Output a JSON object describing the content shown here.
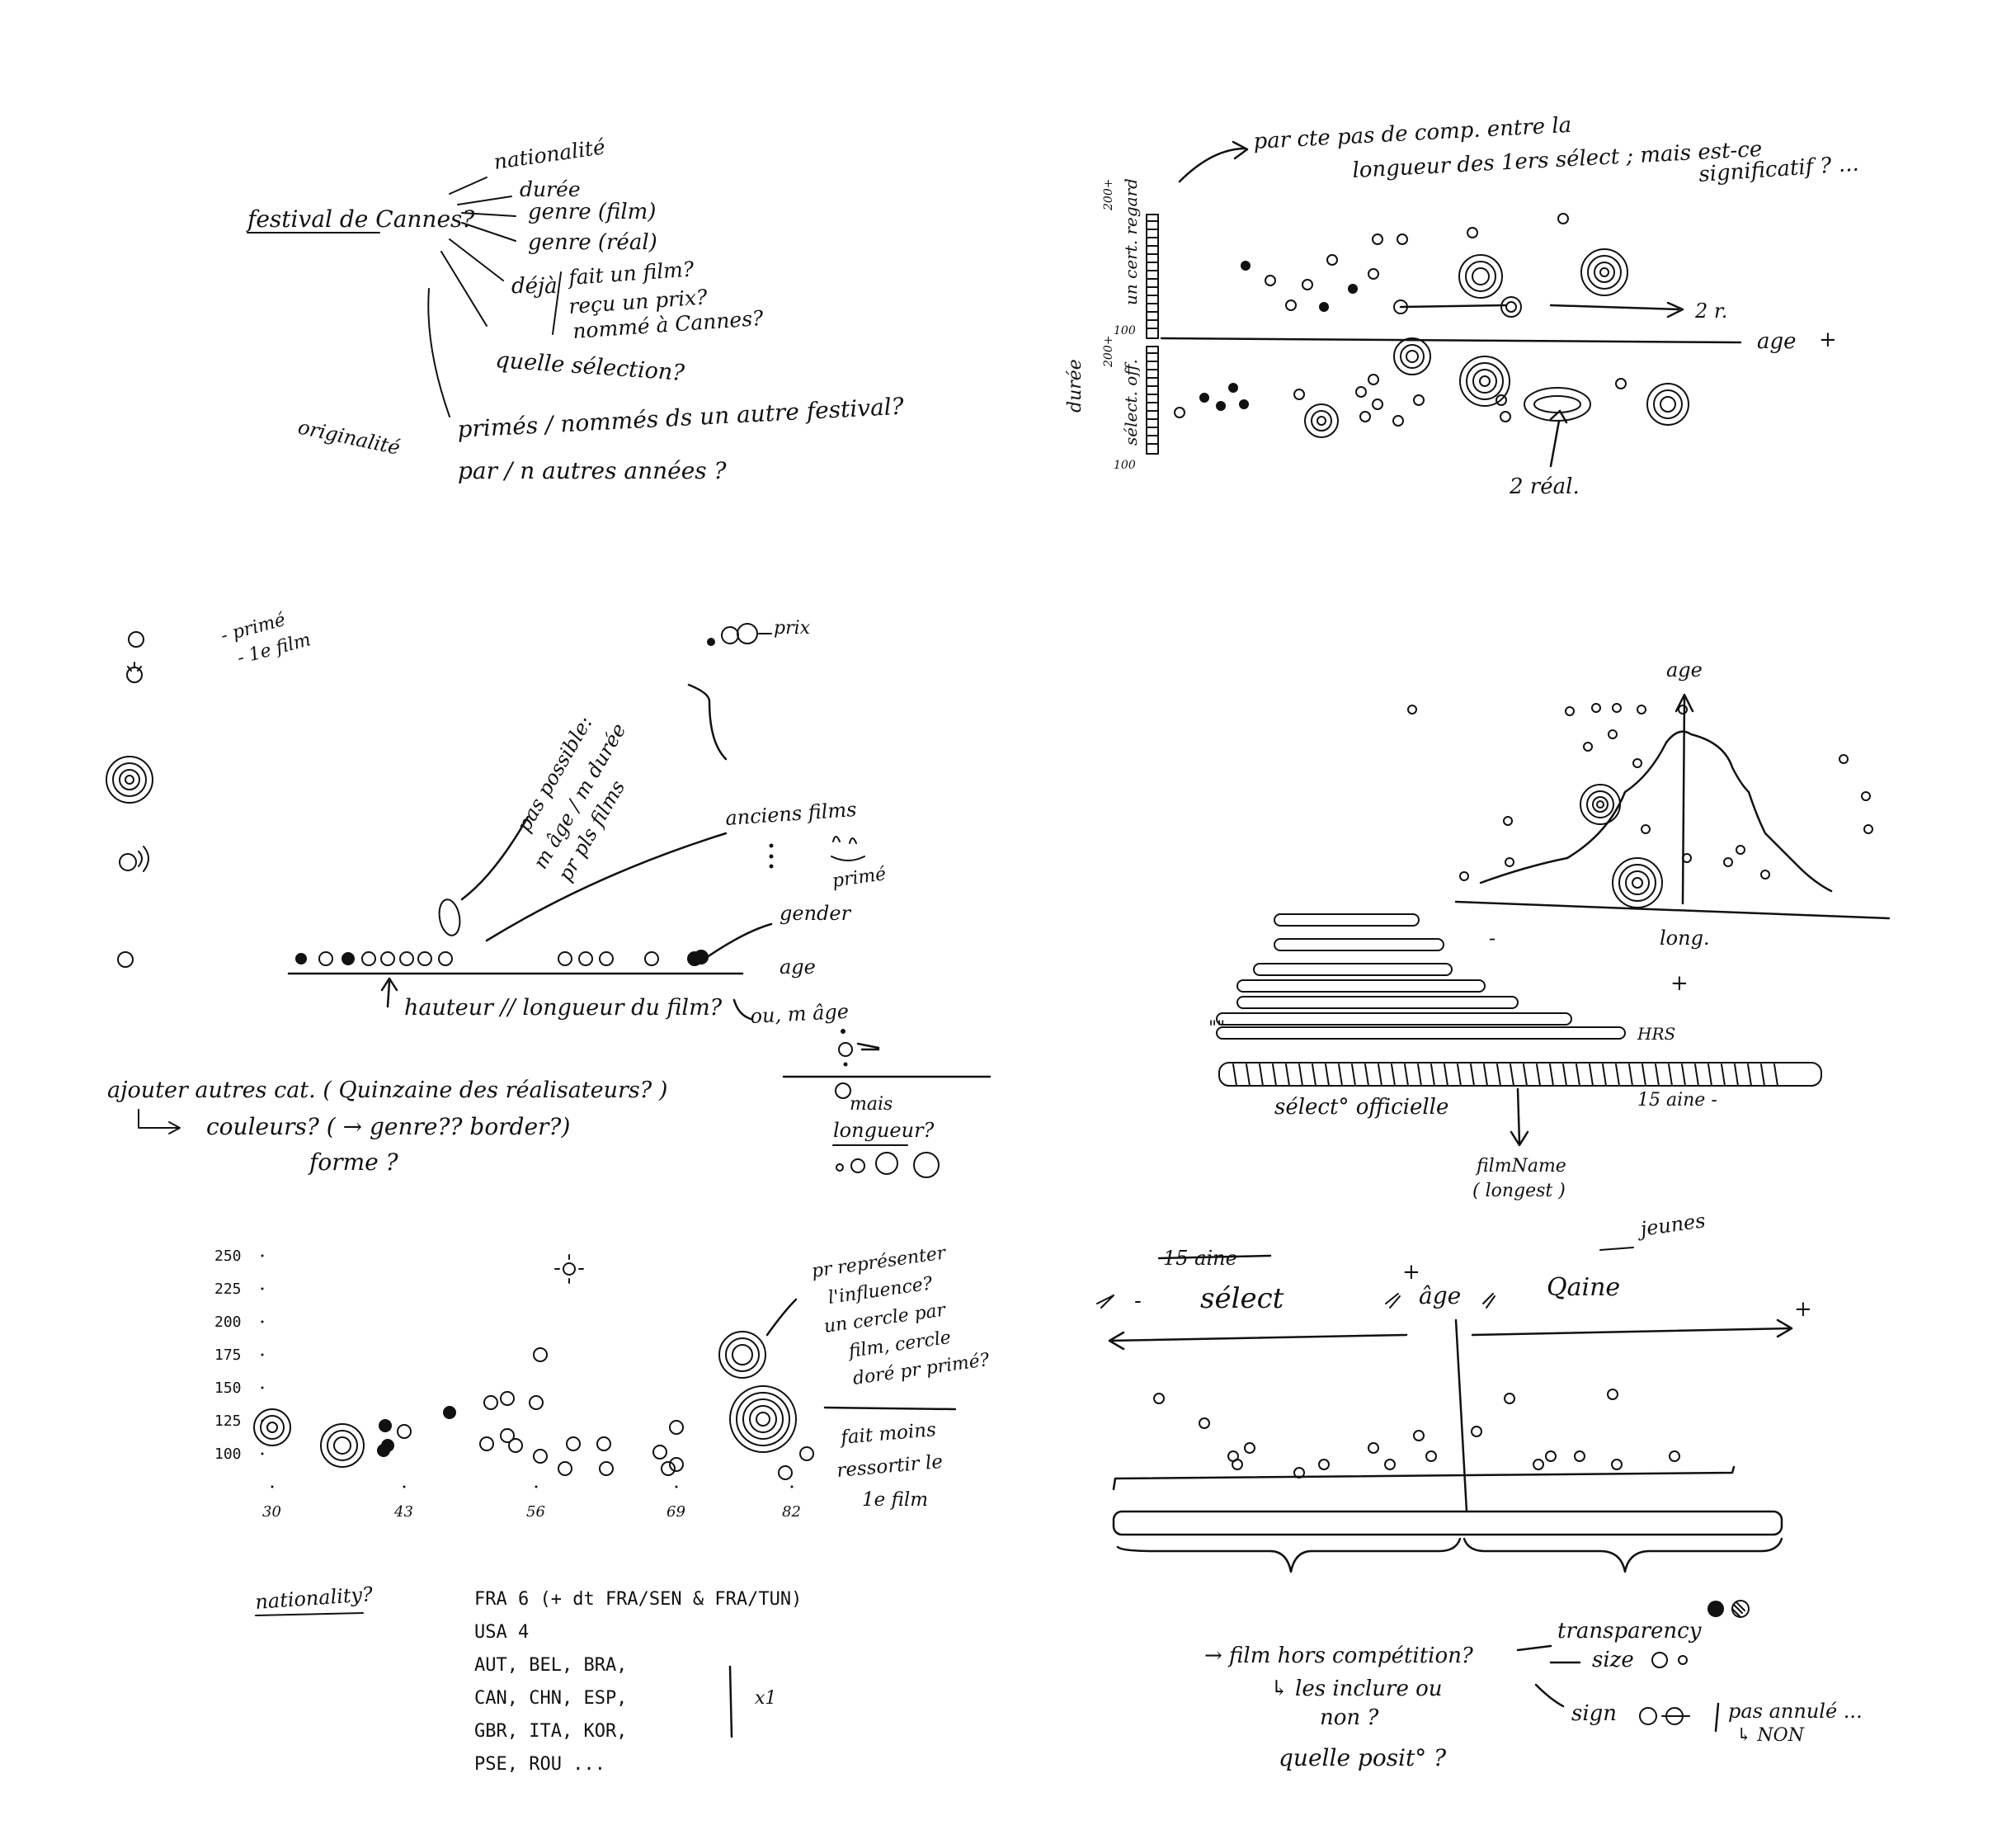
{
  "panel1": {
    "festival": "festival de Cannes?",
    "branches": [
      "nationalité",
      "durée",
      "genre (film)",
      "genre (réal)",
      "déjà",
      "fait un film?",
      "reçu un prix?",
      "nommé à Cannes?",
      "quelle sélection?"
    ],
    "originalite": "originalité",
    "q1": "primés / nommés ds un autre festival?",
    "q2": "par / n autres années ?"
  },
  "panel2": {
    "note": [
      "par cte pas de comp. entre la",
      "longueur des 1ers sélect ; mais est-ce",
      "significatif ? ..."
    ],
    "label_un_cert": "un cert. regard",
    "label_duree": "durée",
    "label_select": "sélect. off.",
    "ticks": [
      "200+",
      "100",
      "200+",
      "100"
    ],
    "right_label": "2 r.",
    "axis": "age",
    "plus": "+",
    "bottom": "2 réal."
  },
  "panel3": {
    "legend": [
      "- primé",
      "- 1e film"
    ],
    "prix": "prix",
    "note": [
      "pas possible:",
      "m âge / m durée",
      "pr pls films"
    ],
    "anciens": "anciens films",
    "prime": "primé",
    "gender": "gender",
    "age": "age",
    "hauteur": "hauteur // longueur du film?",
    "ou": "ou, m âge",
    "ajouter": "ajouter autres cat. ( Quinzaine des réalisateurs? )",
    "couleurs": "couleurs?  ( → genre?? border?)",
    "forme": "forme ?",
    "mais": [
      "mais",
      "longueur?"
    ]
  },
  "panel4": {
    "age": "age",
    "long": "long.",
    "plus": "+",
    "minus": "-",
    "hrs": "HRS",
    "quote": "\"\"",
    "select": "sélect° officielle",
    "quinz": "15 aine -",
    "film": [
      "filmName",
      "( longest )"
    ]
  },
  "panel5": {
    "yticks": [
      "250",
      "225",
      "200",
      "175",
      "150",
      "125",
      "100"
    ],
    "xticks": [
      "30",
      "43",
      "56",
      "69",
      "82"
    ],
    "note": [
      "pr représenter",
      "l'influence?",
      "un cercle par",
      "film, cercle",
      "doré pr primé?"
    ],
    "note2": [
      "fait moins",
      "ressortir le",
      "1e film"
    ],
    "nationality": "nationality?",
    "nat_rows": [
      "FRA   6      (+ dt FRA/SEN & FRA/TUN)",
      "USA   4",
      "AUT, BEL, BRA,",
      "CAN, CHN, ESP,",
      "GBR, ITA, KOR,",
      "PSE, ROU ..."
    ],
    "x1": "x1"
  },
  "panel6": {
    "jeunes": "jeunes",
    "struck": "15 aine",
    "select": "sélect",
    "age": "âge",
    "quinz": "Qaine",
    "plus1": "+",
    "plus2": "+",
    "minus": "-",
    "hors": "→ film hors compétition?",
    "inclure": [
      "↳ les inclure ou",
      "non ?"
    ],
    "quelle": "quelle posit° ?",
    "transp": "transparency",
    "size": "size",
    "sign": "sign",
    "annule": "pas annulé ...",
    "non": "↳ NON"
  }
}
